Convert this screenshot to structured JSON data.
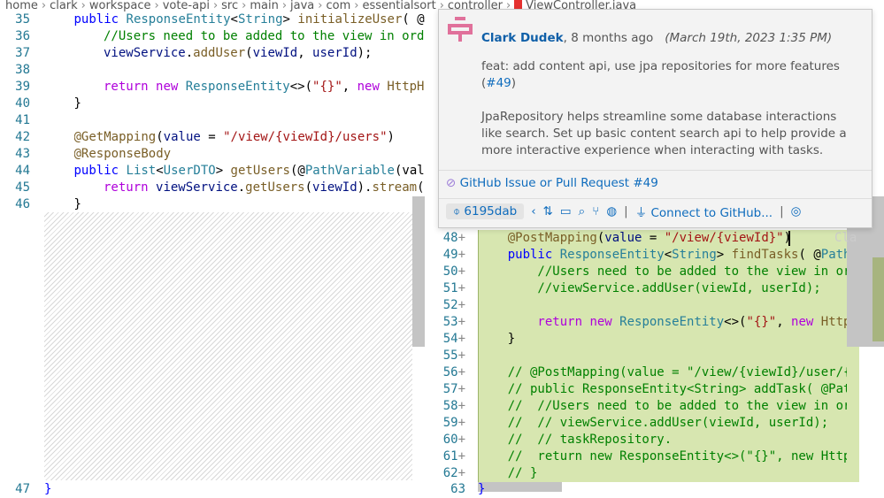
{
  "breadcrumb": [
    "home",
    "clark",
    "workspace",
    "vote-api",
    "src",
    "main",
    "java",
    "com",
    "essentialsort",
    "controller"
  ],
  "file_name": "ViewController.java",
  "left_editor": {
    "lines": [
      {
        "n": "35",
        "indent": 1,
        "tokens": [
          [
            "public ",
            "kw"
          ],
          [
            "ResponseEntity",
            "ty"
          ],
          [
            "<",
            "tx"
          ],
          [
            "String",
            "ty"
          ],
          [
            "> ",
            "tx"
          ],
          [
            "initializeUser",
            "fn"
          ],
          [
            "( @",
            "tx"
          ]
        ]
      },
      {
        "n": "36",
        "indent": 2,
        "tokens": [
          [
            "//Users need to be added to the view in orde",
            "cm"
          ]
        ]
      },
      {
        "n": "37",
        "indent": 2,
        "tokens": [
          [
            "viewService",
            "pl"
          ],
          [
            ".",
            "tx"
          ],
          [
            "addUser",
            "fn"
          ],
          [
            "(",
            "tx"
          ],
          [
            "viewId",
            "pl"
          ],
          [
            ", ",
            "tx"
          ],
          [
            "userId",
            "pl"
          ],
          [
            ");",
            "tx"
          ]
        ]
      },
      {
        "n": "38",
        "indent": 0,
        "tokens": []
      },
      {
        "n": "39",
        "indent": 2,
        "tokens": [
          [
            "return ",
            "ct"
          ],
          [
            "new ",
            "ct"
          ],
          [
            "ResponseEntity",
            "ty"
          ],
          [
            "<>(",
            "tx"
          ],
          [
            "\"{}\"",
            "st"
          ],
          [
            ", ",
            "tx"
          ],
          [
            "new ",
            "ct"
          ],
          [
            "HttpHe",
            "fn"
          ]
        ]
      },
      {
        "n": "40",
        "indent": 1,
        "tokens": [
          [
            "}",
            "tx"
          ]
        ]
      },
      {
        "n": "41",
        "indent": 0,
        "tokens": []
      },
      {
        "n": "42",
        "indent": 1,
        "tokens": [
          [
            "@GetMapping",
            "an"
          ],
          [
            "(",
            "tx"
          ],
          [
            "value",
            "pl"
          ],
          [
            " = ",
            "tx"
          ],
          [
            "\"/view/{viewId}/users\"",
            "st"
          ],
          [
            ")",
            "tx"
          ]
        ]
      },
      {
        "n": "43",
        "indent": 1,
        "tokens": [
          [
            "@ResponseBody",
            "an"
          ]
        ]
      },
      {
        "n": "44",
        "indent": 1,
        "tokens": [
          [
            "public ",
            "kw"
          ],
          [
            "List",
            "ty"
          ],
          [
            "<",
            "tx"
          ],
          [
            "UserDTO",
            "ty"
          ],
          [
            "> ",
            "tx"
          ],
          [
            "getUsers",
            "fn"
          ],
          [
            "(@",
            "tx"
          ],
          [
            "PathVariable",
            "ty"
          ],
          [
            "(valu",
            "tx"
          ]
        ]
      },
      {
        "n": "45",
        "indent": 2,
        "tokens": [
          [
            "return ",
            "ct"
          ],
          [
            "viewService",
            "pl"
          ],
          [
            ".",
            "tx"
          ],
          [
            "getUsers",
            "fn"
          ],
          [
            "(",
            "tx"
          ],
          [
            "viewId",
            "pl"
          ],
          [
            ").",
            "tx"
          ],
          [
            "stream",
            "fn"
          ],
          [
            "(",
            "tx"
          ]
        ]
      },
      {
        "n": "46",
        "indent": 1,
        "tokens": [
          [
            "}",
            "tx"
          ]
        ]
      }
    ],
    "last_line": {
      "n": "47",
      "text": "}"
    }
  },
  "right_editor": {
    "lines": [
      {
        "n": "48",
        "tokens": [
          [
            "    @PostMapping",
            "an"
          ],
          [
            "(",
            "tx"
          ],
          [
            "value",
            "pl"
          ],
          [
            " = ",
            "tx"
          ],
          [
            "\"/view/{viewId}\"",
            "st"
          ],
          [
            ")",
            "tx"
          ]
        ]
      },
      {
        "n": "49",
        "tokens": [
          [
            "    public ",
            "kw"
          ],
          [
            "ResponseEntity",
            "ty"
          ],
          [
            "<",
            "tx"
          ],
          [
            "String",
            "ty"
          ],
          [
            "> ",
            "tx"
          ],
          [
            "findTasks",
            "fn"
          ],
          [
            "( @",
            "tx"
          ],
          [
            "PathVa",
            "ty"
          ]
        ]
      },
      {
        "n": "50",
        "tokens": [
          [
            "        //Users need to be added to the view in orde",
            "cm"
          ]
        ]
      },
      {
        "n": "51",
        "tokens": [
          [
            "        //viewService.addUser(viewId, userId);",
            "cm"
          ]
        ]
      },
      {
        "n": "52",
        "tokens": []
      },
      {
        "n": "53",
        "tokens": [
          [
            "        return ",
            "ct"
          ],
          [
            "new ",
            "ct"
          ],
          [
            "ResponseEntity",
            "ty"
          ],
          [
            "<>(",
            "tx"
          ],
          [
            "\"{}\"",
            "st"
          ],
          [
            ", ",
            "tx"
          ],
          [
            "new ",
            "ct"
          ],
          [
            "HttpHe",
            "fn"
          ]
        ]
      },
      {
        "n": "54",
        "tokens": [
          [
            "    }",
            "tx"
          ]
        ]
      },
      {
        "n": "55",
        "tokens": []
      },
      {
        "n": "56",
        "tokens": [
          [
            "    // @PostMapping(value = \"/view/{viewId}/user/{us",
            "cm"
          ]
        ]
      },
      {
        "n": "57",
        "tokens": [
          [
            "    // public ResponseEntity<String> addTask( @PathV",
            "cm"
          ]
        ]
      },
      {
        "n": "58",
        "tokens": [
          [
            "    //  //Users need to be added to the view in orde",
            "cm"
          ]
        ]
      },
      {
        "n": "59",
        "tokens": [
          [
            "    //  // viewService.addUser(viewId, userId);",
            "cm"
          ]
        ]
      },
      {
        "n": "60",
        "tokens": [
          [
            "    //  // taskRepository.",
            "cm"
          ]
        ]
      },
      {
        "n": "61",
        "tokens": [
          [
            "    //  return new ResponseEntity<>(\"{}\", new HttpHe",
            "cm"
          ]
        ]
      },
      {
        "n": "62",
        "tokens": [
          [
            "    // }",
            "cm"
          ]
        ]
      }
    ],
    "last_line": {
      "n": "63",
      "text": "}"
    },
    "inline_blame_ghost": "Cla",
    "added_marker": "+"
  },
  "hover": {
    "author": "Clark Dudek",
    "relative_time": ", 8 months ago",
    "date": "(March 19th, 2023 1:35 PM)",
    "message_line": "feat: add content api, use jpa repositories for more features",
    "message_ref": "#49",
    "body": "JpaRepository helps streamline some database interactions like search. Set up basic content search api to help provide a more interactive experience when interacting with tasks.",
    "pr_link": "GitHub Issue or Pull Request #49",
    "sha": "6195dab",
    "connect": "Connect to GitHub...",
    "separator": "|"
  }
}
